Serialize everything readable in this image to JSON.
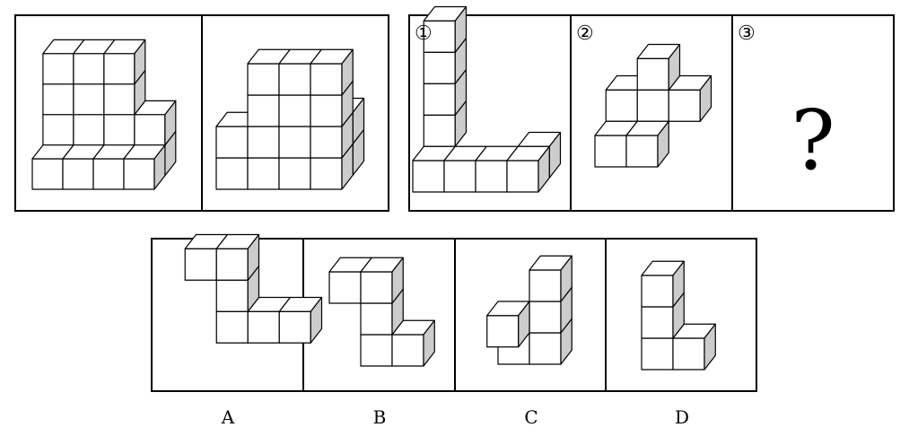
{
  "given_pair": {
    "panels": [
      {
        "name": "given-figure-1"
      },
      {
        "name": "given-figure-2"
      }
    ]
  },
  "sequence": {
    "panels": [
      {
        "marker": "①"
      },
      {
        "marker": "②"
      },
      {
        "marker": "③",
        "symbol": "?"
      }
    ]
  },
  "options": [
    {
      "label": "A"
    },
    {
      "label": "B"
    },
    {
      "label": "C"
    },
    {
      "label": "D"
    }
  ],
  "colors": {
    "line": "#000000",
    "front_face": "#ffffff",
    "top_face": "#ffffff",
    "side_face": "#cccccc"
  }
}
